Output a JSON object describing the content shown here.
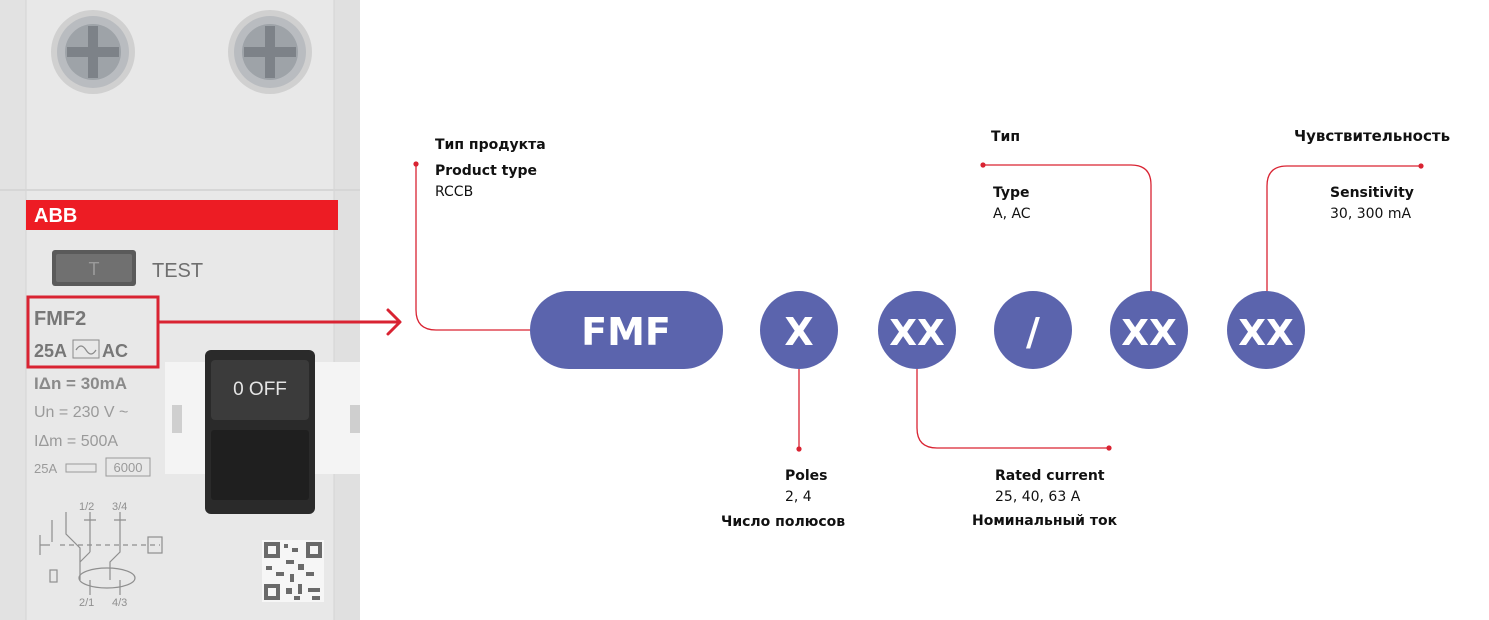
{
  "colors": {
    "accent": "#d92332",
    "pill": "#5b64ad",
    "brand_red": "#ed1c24"
  },
  "device": {
    "brand": "ABB",
    "test_button": "T",
    "test_label": "TEST",
    "model": "FMF2",
    "rating": "25A",
    "rating_type": "AC",
    "switch_label": "0 OFF",
    "spec_idn": "IΔn = 30mA",
    "spec_un": "Un = 230 V ~",
    "spec_im": "IΔm = 500A",
    "spec_fuse": "25A",
    "spec_box": "6000",
    "term_12": "1/2",
    "term_34": "3/4",
    "term_21": "2/1",
    "term_43": "4/3"
  },
  "code_segments": [
    "FMF",
    "X",
    "XX",
    "/",
    "XX",
    "XX"
  ],
  "labels": {
    "product_type": {
      "ru": "Тип продукта",
      "en": "Product type",
      "value": "RCCB"
    },
    "type": {
      "ru": "Тип",
      "en": "Type",
      "value": "A, AC"
    },
    "sensitivity": {
      "ru": "Чувствительность",
      "en": "Sensitivity",
      "value": "30, 300 mA"
    },
    "poles": {
      "ru": "Число полюсов",
      "en": "Poles",
      "value": "2, 4"
    },
    "rated_current": {
      "ru": "Номинальный ток",
      "en": "Rated current",
      "value": "25, 40, 63 A"
    }
  }
}
